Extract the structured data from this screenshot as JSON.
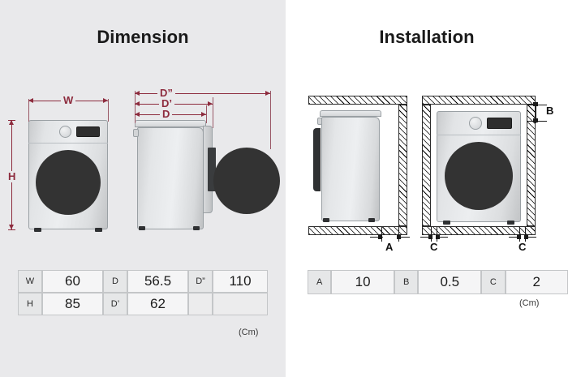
{
  "dimension": {
    "title": "Dimension",
    "labels": {
      "width": "W",
      "height": "H",
      "depth": "D",
      "depth_door": "D’",
      "depth_open": "D”"
    },
    "unit": "(Cm)",
    "table": {
      "rows": [
        [
          {
            "key": "W",
            "value": "60"
          },
          {
            "key": "D",
            "value": "56.5"
          },
          {
            "key": "D”",
            "value": "110"
          }
        ],
        [
          {
            "key": "H",
            "value": "85"
          },
          {
            "key": "D’",
            "value": "62"
          },
          {
            "key": "",
            "value": ""
          }
        ]
      ]
    }
  },
  "installation": {
    "title": "Installation",
    "labels": {
      "rear_clearance": "A",
      "top_clearance": "B",
      "side_clearance_left": "C",
      "side_clearance_right": "C"
    },
    "unit": "(Cm)",
    "table": {
      "cells": [
        {
          "key": "A",
          "value": "10"
        },
        {
          "key": "B",
          "value": "0.5"
        },
        {
          "key": "C",
          "value": "2"
        }
      ]
    }
  },
  "colors": {
    "dimension_line": "#8d2b3d",
    "installation_line": "#1a1a1a",
    "panel_background": "#e9e9eb",
    "door_glass": "#333333"
  }
}
